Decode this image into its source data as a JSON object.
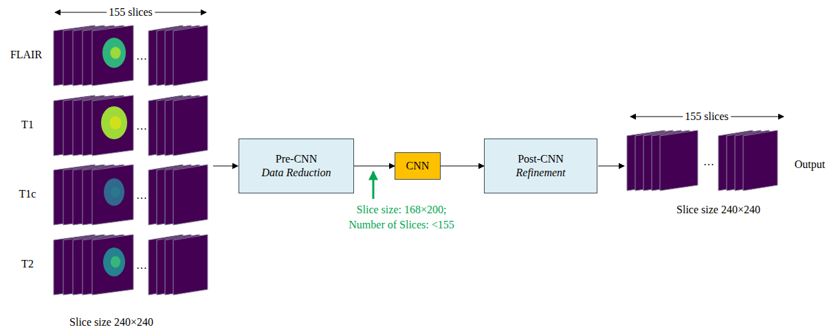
{
  "diagram": {
    "nodes": [
      {
        "text": [
          "Pre-CNN",
          "Data Reduction"
        ]
      },
      {
        "text": [
          "CNN"
        ]
      },
      {
        "text": [
          "Post-CNN",
          "Refinement"
        ]
      }
    ],
    "edges": [
      {
        "from": 0,
        "to": 1,
        "arrow": "to"
      },
      {
        "from": 1,
        "to": 2,
        "arrow": "to"
      }
    ],
    "labels": [
      "155 slices",
      "FLAIR",
      "T1",
      "T1c",
      "T2",
      "…",
      "…",
      "…",
      "…",
      "Slice size 240×240",
      "Slice size: 168×200;",
      "Number of Slices: <155",
      "155 slices",
      "…",
      "Output",
      "Slice size 240×240"
    ]
  }
}
